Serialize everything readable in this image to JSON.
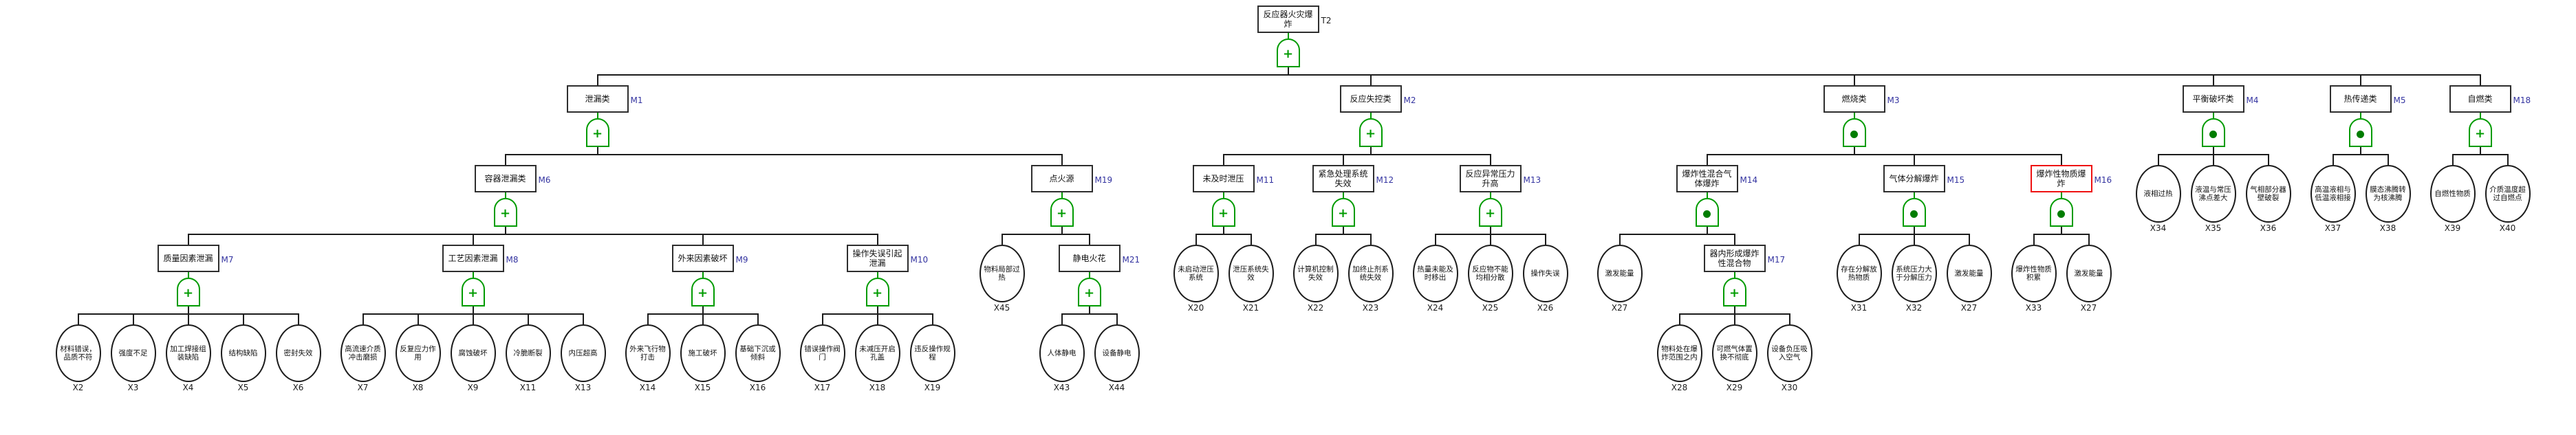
{
  "colors": {
    "gate_green": "#009b00",
    "gate_dot_green": "#007d00",
    "connector_black": "#1c1c1c",
    "box_border": "#2e2e2e",
    "selected_box_border": "#ee1111",
    "module_id_blue": "#3333a0",
    "background": "#ffffff"
  },
  "gate_symbols": {
    "or": "+",
    "and": "dot"
  },
  "tree": {
    "id": "T2",
    "label": "反应器火灾爆炸",
    "type": "event",
    "gate": "or",
    "children": [
      {
        "id": "M1",
        "label": "泄漏类",
        "type": "event",
        "gate": "or",
        "children": [
          {
            "id": "M6",
            "label": "容器泄漏类",
            "type": "event",
            "gate": "or",
            "children": [
              {
                "id": "M7",
                "label": "质量因素泄漏",
                "type": "event",
                "gate": "or",
                "children": [
                  {
                    "id": "X2",
                    "label": "材料错误，品质不符",
                    "type": "basic"
                  },
                  {
                    "id": "X3",
                    "label": "强度不足",
                    "type": "basic"
                  },
                  {
                    "id": "X4",
                    "label": "加工焊接组装缺陷",
                    "type": "basic"
                  },
                  {
                    "id": "X5",
                    "label": "结构缺陷",
                    "type": "basic"
                  },
                  {
                    "id": "X6",
                    "label": "密封失效",
                    "type": "basic"
                  }
                ]
              },
              {
                "id": "M8",
                "label": "工艺因素泄漏",
                "type": "event",
                "gate": "or",
                "children": [
                  {
                    "id": "X7",
                    "label": "高流速介质冲击磨损",
                    "type": "basic"
                  },
                  {
                    "id": "X8",
                    "label": "反复应力作用",
                    "type": "basic"
                  },
                  {
                    "id": "X9",
                    "label": "腐蚀破坏",
                    "type": "basic"
                  },
                  {
                    "id": "X11",
                    "label": "冷脆断裂",
                    "type": "basic"
                  },
                  {
                    "id": "X13",
                    "label": "内压超高",
                    "type": "basic"
                  }
                ]
              },
              {
                "id": "M9",
                "label": "外来因素破坏",
                "type": "event",
                "gate": "or",
                "children": [
                  {
                    "id": "X14",
                    "label": "外来飞行物打击",
                    "type": "basic"
                  },
                  {
                    "id": "X15",
                    "label": "施工破坏",
                    "type": "basic"
                  },
                  {
                    "id": "X16",
                    "label": "基础下沉或倾斜",
                    "type": "basic"
                  }
                ]
              },
              {
                "id": "M10",
                "label": "操作失误引起泄漏",
                "type": "event",
                "gate": "or",
                "children": [
                  {
                    "id": "X17",
                    "label": "错误操作阀门",
                    "type": "basic"
                  },
                  {
                    "id": "X18",
                    "label": "未减压开启孔盖",
                    "type": "basic"
                  },
                  {
                    "id": "X19",
                    "label": "违反操作规程",
                    "type": "basic"
                  }
                ]
              }
            ]
          },
          {
            "id": "M19",
            "label": "点火源",
            "type": "event",
            "gate": "or",
            "children": [
              {
                "id": "X45",
                "label": "物料局部过热",
                "type": "basic"
              },
              {
                "id": "M21",
                "label": "静电火花",
                "type": "event",
                "gate": "or",
                "children": [
                  {
                    "id": "X43",
                    "label": "人体静电",
                    "type": "basic"
                  },
                  {
                    "id": "X44",
                    "label": "设备静电",
                    "type": "basic"
                  }
                ]
              }
            ]
          }
        ]
      },
      {
        "id": "M2",
        "label": "反应失控类",
        "type": "event",
        "gate": "or",
        "children": [
          {
            "id": "M11",
            "label": "未及时泄压",
            "type": "event",
            "gate": "or",
            "children": [
              {
                "id": "X20",
                "label": "未启动泄压系统",
                "type": "basic"
              },
              {
                "id": "X21",
                "label": "泄压系统失效",
                "type": "basic"
              }
            ]
          },
          {
            "id": "M12",
            "label": "紧急处理系统失效",
            "type": "event",
            "gate": "or",
            "children": [
              {
                "id": "X22",
                "label": "计算机控制失效",
                "type": "basic"
              },
              {
                "id": "X23",
                "label": "加终止剂系统失效",
                "type": "basic"
              }
            ]
          },
          {
            "id": "M13",
            "label": "反应异常压力升高",
            "type": "event",
            "gate": "or",
            "children": [
              {
                "id": "X24",
                "label": "热量未能及时移出",
                "type": "basic"
              },
              {
                "id": "X25",
                "label": "反应物不能均相分散",
                "type": "basic"
              },
              {
                "id": "X26",
                "label": "操作失误",
                "type": "basic"
              }
            ]
          }
        ]
      },
      {
        "id": "M3",
        "label": "燃烧类",
        "type": "event",
        "gate": "and",
        "children": [
          {
            "id": "M14",
            "label": "爆炸性混合气体爆炸",
            "type": "event",
            "gate": "and",
            "children": [
              {
                "id": "X27",
                "label": "激发能量",
                "type": "basic"
              },
              {
                "id": "M17",
                "label": "器内形成爆炸性混合物",
                "type": "event",
                "gate": "or",
                "children": [
                  {
                    "id": "X28",
                    "label": "物料处在爆炸范围之内",
                    "type": "basic"
                  },
                  {
                    "id": "X29",
                    "label": "可燃气体置换不彻底",
                    "type": "basic"
                  },
                  {
                    "id": "X30",
                    "label": "设备负压吸入空气",
                    "type": "basic"
                  }
                ]
              }
            ]
          },
          {
            "id": "M15",
            "label": "气体分解爆炸",
            "type": "event",
            "gate": "and",
            "children": [
              {
                "id": "X31",
                "label": "存在分解放热物质",
                "type": "basic"
              },
              {
                "id": "X32",
                "label": "系统压力大于分解压力",
                "type": "basic"
              },
              {
                "id": "X27",
                "label": "激发能量",
                "type": "basic"
              }
            ]
          },
          {
            "id": "M16",
            "label": "爆炸性物质爆炸",
            "type": "event",
            "gate": "and",
            "selected": true,
            "children": [
              {
                "id": "X33",
                "label": "爆炸性物质积累",
                "type": "basic"
              },
              {
                "id": "X27",
                "label": "激发能量",
                "type": "basic"
              }
            ]
          }
        ]
      },
      {
        "id": "M4",
        "label": "平衡破坏类",
        "type": "event",
        "gate": "and",
        "children": [
          {
            "id": "X34",
            "label": "液相过热",
            "type": "basic"
          },
          {
            "id": "X35",
            "label": "液温与常压沸点差大",
            "type": "basic"
          },
          {
            "id": "X36",
            "label": "气相部分器壁破裂",
            "type": "basic"
          }
        ]
      },
      {
        "id": "M5",
        "label": "热传递类",
        "type": "event",
        "gate": "and",
        "children": [
          {
            "id": "X37",
            "label": "高温液相与低温液相接",
            "type": "basic"
          },
          {
            "id": "X38",
            "label": "膜态沸腾转为核沸腾",
            "type": "basic"
          }
        ]
      },
      {
        "id": "M18",
        "label": "自燃类",
        "type": "event",
        "gate": "or",
        "children": [
          {
            "id": "X39",
            "label": "自燃性物质",
            "type": "basic"
          },
          {
            "id": "X40",
            "label": "介质温度超过自燃点",
            "type": "basic"
          }
        ]
      }
    ]
  }
}
